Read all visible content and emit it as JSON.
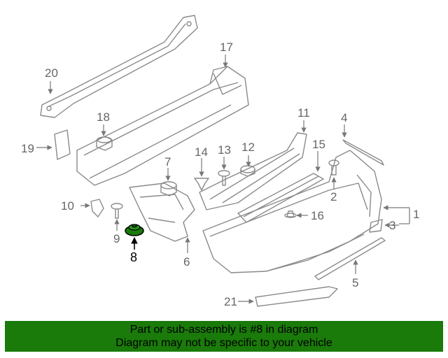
{
  "diagram": {
    "callouts": [
      "1",
      "2",
      "3",
      "4",
      "5",
      "6",
      "7",
      "8",
      "9",
      "10",
      "11",
      "12",
      "13",
      "14",
      "15",
      "16",
      "17",
      "18",
      "19",
      "20",
      "21"
    ],
    "highlight_part": "8",
    "highlight_color": "#1a7a0a",
    "line_color": "#8a8a8a"
  },
  "banner": {
    "line1": "Part or sub-assembly is #8 in diagram",
    "line2": "Diagram may not be specific to your vehicle",
    "color": "#1a7a0a"
  }
}
